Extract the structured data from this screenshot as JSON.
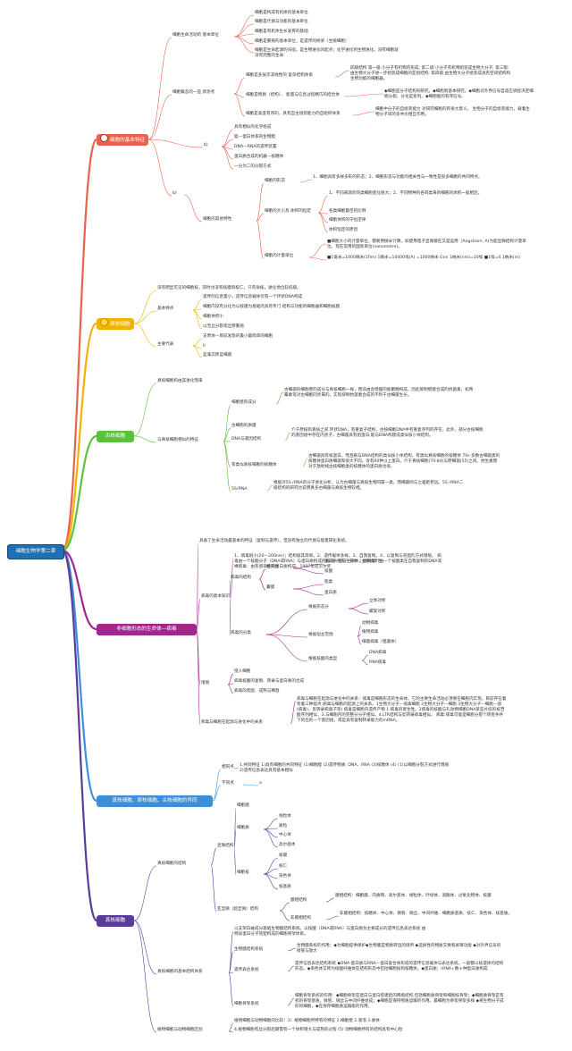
{
  "root": "细胞生物学第二章",
  "colors": {
    "root": "#1f6fb5",
    "b1": "#e9634c",
    "b2": "#f2b300",
    "b3": "#5cc23b",
    "b4": "#a3268f",
    "b5": "#3d8fd9",
    "b6": "#5a3a9a"
  },
  "branches": [
    {
      "label": "细胞的基本特征",
      "icon": "bullseye-icon",
      "n": {
        "ch1": "细胞生命活动的 基本单位",
        "a1": "细胞是构成有机体的基本单位",
        "a2": "细胞是代谢与功能的基本单位",
        "a3": "细胞是有机体生长发育的基础",
        "a4": "细胞是繁殖的基本单位，是遗传的桥梁（生殖细胞）",
        "a5": "细胞是生命起源的归宿，是生物进化的起点；化学进化到生物进化。没有细胞就没有完整的生命",
        "ch2": "细胞概念的一些 新思考",
        "b1": "细胞是多层次非线性的 复杂结构体系",
        "b1d": "四级结构 第一级:小分子有机物的形成; 第二级:小分子有机物组装成生物大分子; 第三级:由生物大分子进一步组装成细胞的亚组结构; 第四级:由生物大分子组装成具有空间结构和生物功能的细胞器。",
        "b2": "细胞是物质（结构）、 能量与信息过程精巧的结合体",
        "b2d": "◆细胞是分子结构的研究。◆细胞到基本研究。◆细胞对外界信号自适应调控决定细胞分裂、分化是系列。◆细胞能的有序信号。",
        "b3": "细胞是高度有序的，具有自主组装能力的自组织体系",
        "b3d": "细胞中分子的自组装能力 对研究细胞的有很大意义。 生物分子的自组装能力，载着生物分子间的多共价相互作用。",
        "ch3": "b)",
        "c1": "具有相似的化学组成",
        "c2": "脂—蛋白体系的生物膜",
        "c3": "DNA—RNA的遗传装置",
        "c4": "蛋白质合成的机器—核糖体",
        "c5": "一分为二的分裂方式",
        "ch4": "b)",
        "ch5": "细胞的其他特性",
        "d1": "细胞的形态",
        "d1d": "1、细胞具有多样多形的形态；2、细胞形态与功能的相关性与一致性是很多细胞的共同特点。",
        "d2": "细胞的大小及 体积的恒定",
        "d2d": "1、不同来源的同类细胞变化很大；2、不同物种的各同类来的细胞的体积一般相近。",
        "d2a": "各类细胞最佳的比例",
        "d2b": "细胞体积的守恒定律",
        "d2c": "体积恒定的原因",
        "d3": "细胞的计量单位",
        "d3a": "■细胞大小的计量单位，都要用微米计算，如使用电子显微镜在又是运用（Angstrom, A)为超显微结构计量单位，现在常用的国际单位(nanometre)。",
        "d3b": "■1毫米=1000微米(1fim) 1微米=10000埃(A) =1000纳米 Gnn 1纳米(nm)=10埃 ■1埃=0.1纳米(m)"
      }
    },
    {
      "label": "原核细胞",
      "icon": "star-icon",
      "n": {
        "e0": "没有明显可见的细胞核，同时也没有核膜和核仁，只有拟核，进化地位较低级。",
        "ch1": "基本特点",
        "e1": "遗传的信息量小，遗传信息载体仅有一个环状DNA构成",
        "e2": "细胞内没有分化为以核膜为基础的具有专门 结构与功能的细胞器和细胞核膜",
        "e3": "细胞体积小",
        "e4": "以无丝分裂或出芽繁殖",
        "ch2": "主要代表",
        "f1": "支原体—目前发现的最小最简单的细胞",
        "f2": "II",
        "f3": "蓝藻又称蓝细菌"
      }
    },
    {
      "label": "古核细胞",
      "icon": "",
      "n": {
        "g0": "真核细胞和由其进化而来",
        "ch1": "与真核细胞相似的特征",
        "h1": "细胞壁的成分",
        "h1d": "古细菌的细胞壁的成分与真核细胞一样，而非由含壁酸的肽聚糖构成，因此抑制壁能合成的抗菌素，如青霉素等对古细胞同步属的，实现抑制抗菌素合成的不利于古细菌生长。",
        "h2": "古细胞的质膜",
        "h3": "DNA与基因结构",
        "h3d": "介于原核和真核之间 环状DNA，有重复子结构，古核细胞DNA中有重复序列的存在，此外，部分古核细胞的基因组中存在内含子，古细菌具有组蛋白,能与DNA构建成类似核小体结构。",
        "h4": "有类似真核细胞的核糖体",
        "h4d": "古细菌具有核蛋白，而且跟与DNA结构的类似核小体结构，有类似真核细胞的核糖体 70s 多数古细菌类的核糖体蛋白质细菌和很大不同。含有60种以上蛋白，介于真核细胞(70-84)与原细菌(55)之间。抗生素而对于放射线古核细胞类的核糖体的蛋白质也很。",
        "h5": "5SrRNA",
        "h5d": "根据对5S rRNA的分子进化分析，认为古细菌与真核生物同属一类，而细菌则与之差距甚远。5S rRNA二级结构的研究也说明真多古细菌与真核生物较相。"
      }
    },
    {
      "label": "非细胞形态的生命体—病毒",
      "icon": "",
      "n": {
        "i0": "具备了生命活动最基本的特征（复制与遗传），但没有独立的代谢与能量研化系统。",
        "ch1": "病毒的基本知识",
        "j1": "1、病毒很小(20—200nm)；结构极其简单。2、遗传载体多样。3、自我复制。4、以复制与装配的方式增殖。 病毒由一个核酸分子（DNA或RNA）与蛋白质构成的核壳一蛋白生命体。类病毒：由一个核酸类在自我复制的DNA或 裸病毒：由有感染性的蛋白质构成。1997年诺贝尔奖",
        "j2": "病毒的结构",
        "j2a": "核壳体",
        "j2a1": "蛋白质外壳—壳体（主要抗原性）",
        "j2a2": "核酸",
        "j2b": "囊膜",
        "j2b1": "脂类",
        "j2b2": "蛋白质",
        "j3": "病毒的分类",
        "j3a": "根据形态分",
        "j3a1": "立体对称",
        "j3a2": "螺旋对称",
        "j3b": "根据宿主范围",
        "j3b1": "动物病毒",
        "j3b2": "植物病毒",
        "j3b3": "细菌病毒（噬菌体）",
        "j3c": "根据核酸的类型",
        "j3c1": "DNA病毒",
        "j3c2": "RNA病毒",
        "ch2": "增殖",
        "k1": "侵入细胞",
        "k2": "病毒核酸的复制、转录与蛋白质的合成",
        "k3": "病毒的装配、成熟与释放",
        "ch3": "病毒与细胞在起源与进化中的关系",
        "l1": "病毒与细胞在起源与进化中的关系：病毒是细胞形态的生命体。它的主要生命活动必须要在细胞内实现。目前存在着有着三种观点:病毒与细胞的起源上的关系。1生物大分子—病毒细胞 2生物大分子—细胞 3生物大分子—细胞—退(病毒)，反转录病毒子等) 病毒是细胞内遗传产物 1.病毒的寄生性。2病毒的核酸与礼动物细胞DNA某些片段的核苷酸序列相似，3.与细胞内的完整分分子相似。4.LTR结构与反转录病毒相似。 病毒:病毒可能是细胞分裂个转变条件下的出的一个基因组，或是具有复制转录能力的mRNA。"
      }
    },
    {
      "label": "真核细胞、原核细胞、古核细胞的异同",
      "icon": "",
      "n": {
        "ch1": "相同点",
        "m1": "1.共同特征 1)具有细胞的共同特征 (1)细胞膜 (2)遗传物质: DNA、RNA (3)核糖体 (4) (1)以细胞分裂方式进行增殖 2)遗传信息表达具有基本相似",
        "ch2": "不同点",
        "m2": "a"
      }
    },
    {
      "label": "真核细胞",
      "icon": "",
      "n": {
        "ch1": "真核细胞的结构",
        "n1": "显微结构",
        "n1a": "细胞膜",
        "n1b": "细胞质",
        "n1b1": "线粒体",
        "n1b2": "质粒",
        "n1b3": "中心体",
        "n1b4": "高尔基体",
        "n1c": "细胞核",
        "n1c1": "核膜",
        "n1c2": "核仁",
        "n1c3": "染色体",
        "n1c4": "核基质",
        "n2": "亚显微（超显微）结构",
        "n2a": "膜相结构",
        "n2ad": "膜相结构：细胞膜、内质网、高尔基体、线粒体、叶绿体、溶酶体、过氧化物体、核膜",
        "n2b": "非膜相结构",
        "n2bd": "非膜相结构：核糖体、中心体、微管、微丝、中间纤维、细胞质基质、核仁、染色体、核基质。",
        "ch2": "真核细胞的基本结构体系",
        "o0": "以支架白破成分基础生物膜结构系统。以核酸（DNA或RNA）与蛋白质为主要成分的遗传信息表达系统 由特异蛋白分子装配构成的细胞骨架体系。",
        "o1": "生物膜结构系统",
        "o1d": "生物膜系统的作用：◆为细胞提供保护◆生物膜是物质转运的场所 ◆选择性的物质交换和屏障功能 ◆对外界信号的接受与放大",
        "o2": "遗传表达系统",
        "o2d": "遗传信息表达结构系统 ◆DNA-蛋白质与RNA—蛋白复合体形成的遗传信息载体与表达系统。一般都以核遗体的结构形态。◆染色体又称为核酸纤维体在结构形态中包括细胞核和核糖体。◆蛋白质；rRNA+数十种蛋白质构成",
        "o3": "细胞骨架系统",
        "o3d": "细胞骨架系统的作用：◆细胞骨架是蛋白与蛋白搭建起的网络结构,包括细胞质骨架和细胞核骨架；◆细胞质骨架是有机的骨架基质，微管、微丝与中间纤维组成；◆细胞是保持物质运输的作用。最细胞为骨架骨架多样 ◆将生物分子成形的细胞，◆在保存细胞质运输能的作用。"
      }
    }
  ],
  "tail": {
    "p": "植物细胞与动物细胞区别",
    "p1": "植物细胞与动物细胞的比较：1）植物细胞所特有的特征 2.细胞壁 2.液泡 3.质体",
    "p2": "4.植物细胞有丝分裂后期需有一个体积增大与成熟的过程 (5) 动物细胞特有的结构具有中心粒"
  }
}
